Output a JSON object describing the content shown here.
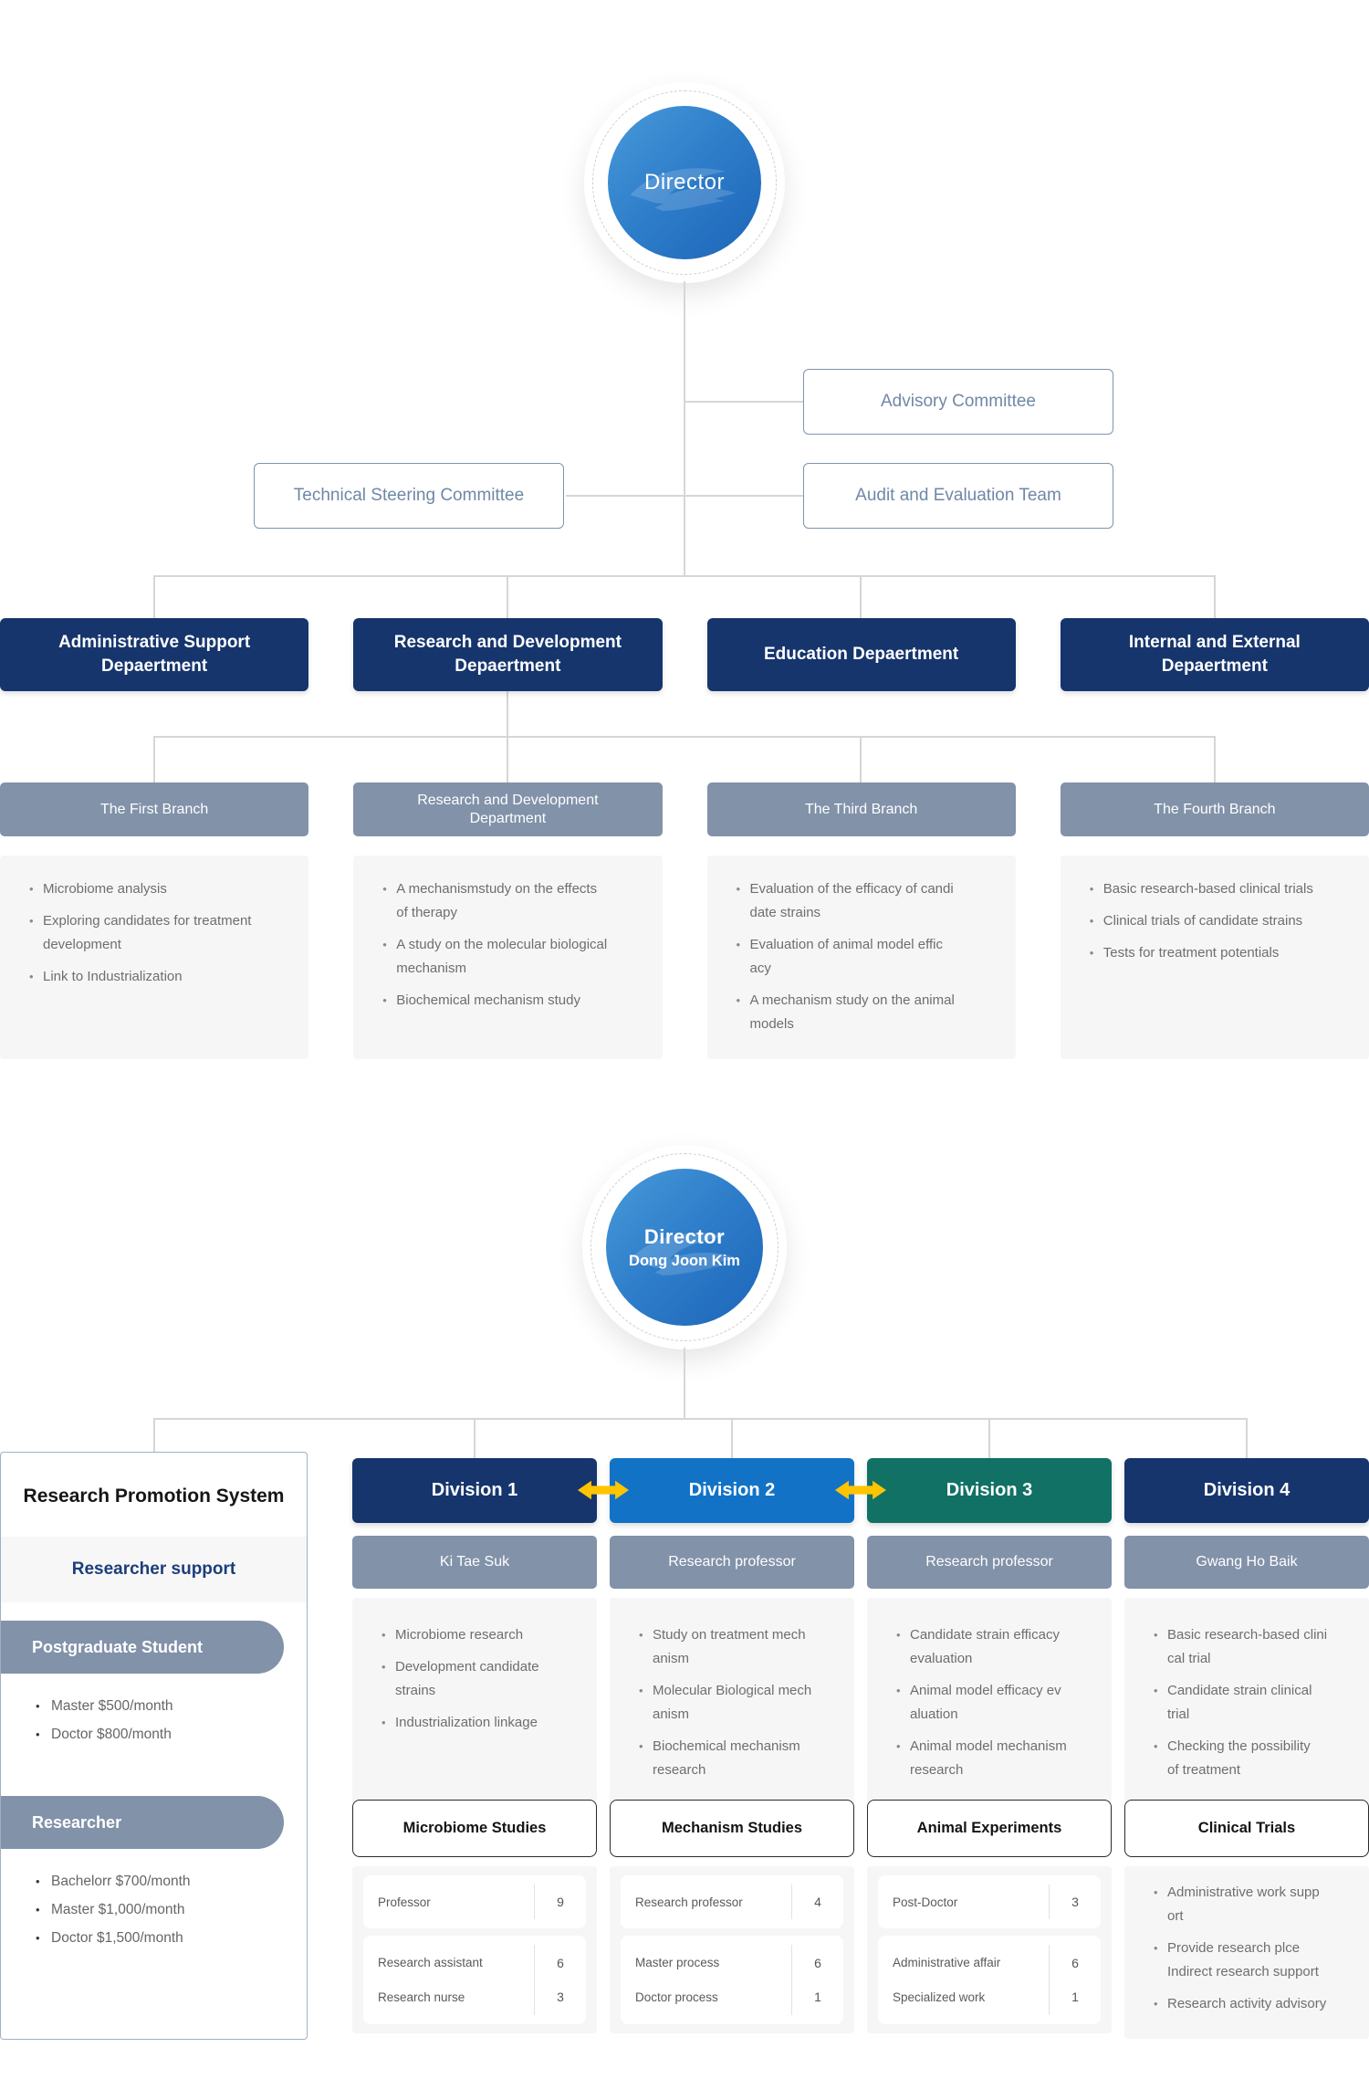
{
  "top": {
    "director": {
      "label": "Director"
    },
    "committees": {
      "advisory": "Advisory Committee",
      "technical": "Technical Steering Committee",
      "audit": "Audit and Evaluation Team"
    },
    "departments": [
      {
        "title": "Administrative Support\nDepaertment",
        "branch": "The First Branch",
        "items": [
          "Microbiome analysis",
          "Exploring candidates for treatment\ndevelopment",
          "Link to Industrialization"
        ]
      },
      {
        "title": "Research and Development\nDepaertment",
        "branch": "Research and Development\nDepartment",
        "items": [
          "A mechanismstudy on the effects\nof therapy",
          "A study on the molecular biological\nmechanism",
          "Biochemical mechanism study"
        ]
      },
      {
        "title": "Education Depaertment",
        "branch": "The Third Branch",
        "items": [
          "Evaluation of the efficacy of candi\ndate strains",
          "Evaluation of animal model effic\nacy",
          "A mechanism study on the animal\nmodels"
        ]
      },
      {
        "title": "Internal and External\nDepaertment",
        "branch": "The Fourth Branch",
        "items": [
          "Basic research-based clinical trials",
          "Clinical trials of candidate strains",
          "Tests for treatment potentials"
        ]
      }
    ]
  },
  "bottom": {
    "director": {
      "label": "Director",
      "name": "Dong Joon Kim"
    },
    "promotion": {
      "title": "Research Promotion System",
      "subtitle": "Researcher support",
      "groups": [
        {
          "title": "Postgraduate Student",
          "items": [
            "Master $500/month",
            "Doctor $800/month"
          ]
        },
        {
          "title": "Researcher",
          "items": [
            "Bachelorr $700/month",
            "Master $1,000/month",
            "Doctor $1,500/month"
          ]
        }
      ]
    },
    "divisions": [
      {
        "title": "Division 1",
        "lead": "Ki Tae Suk",
        "items": [
          "Microbiome research",
          "Development candidate\nstrains",
          "Industrialization linkage"
        ],
        "study": "Microbiome Studies",
        "staff_cards": [
          {
            "rows": [
              {
                "label": "Professor",
                "count": "9"
              }
            ]
          },
          {
            "rows": [
              {
                "label": "Research assistant",
                "count": "6"
              },
              {
                "label": "Research nurse",
                "count": "3"
              }
            ]
          }
        ]
      },
      {
        "title": "Division 2",
        "lead": "Research professor",
        "items": [
          "Study on treatment mech\nanism",
          "Molecular Biological mech\nanism",
          "Biochemical mechanism\nresearch"
        ],
        "study": "Mechanism Studies",
        "staff_cards": [
          {
            "rows": [
              {
                "label": "Research professor",
                "count": "4"
              }
            ]
          },
          {
            "rows": [
              {
                "label": "Master process",
                "count": "6"
              },
              {
                "label": "Doctor process",
                "count": "1"
              }
            ]
          }
        ]
      },
      {
        "title": "Division 3",
        "lead": "Research professor",
        "items": [
          "Candidate strain efficacy\nevaluation",
          "Animal model efficacy ev\naluation",
          "Animal model mechanism\nresearch"
        ],
        "study": "Animal Experiments",
        "staff_cards": [
          {
            "rows": [
              {
                "label": "Post-Doctor",
                "count": "3"
              }
            ]
          },
          {
            "rows": [
              {
                "label": "Administrative affair",
                "count": "6"
              },
              {
                "label": "Specialized work",
                "count": "1"
              }
            ]
          }
        ]
      },
      {
        "title": "Division 4",
        "lead": "Gwang Ho Baik",
        "items": [
          "Basic research-based clini\ncal trial",
          "Candidate strain clinical\ntrial",
          "Checking the possibility\nof treatment"
        ],
        "study": "Clinical Trials",
        "notes": [
          "Administrative work supp\nort",
          "Provide research plce\nIndirect research support",
          "Research activity advisory"
        ]
      }
    ]
  },
  "colors": {
    "navy": "#16356d",
    "blue": "#1273c6",
    "teal": "#107164",
    "slate": "#8192a9",
    "arrow_yellow": "#ffc400",
    "panel_gray": "#f6f6f6",
    "line_gray": "#d6d6d6"
  }
}
